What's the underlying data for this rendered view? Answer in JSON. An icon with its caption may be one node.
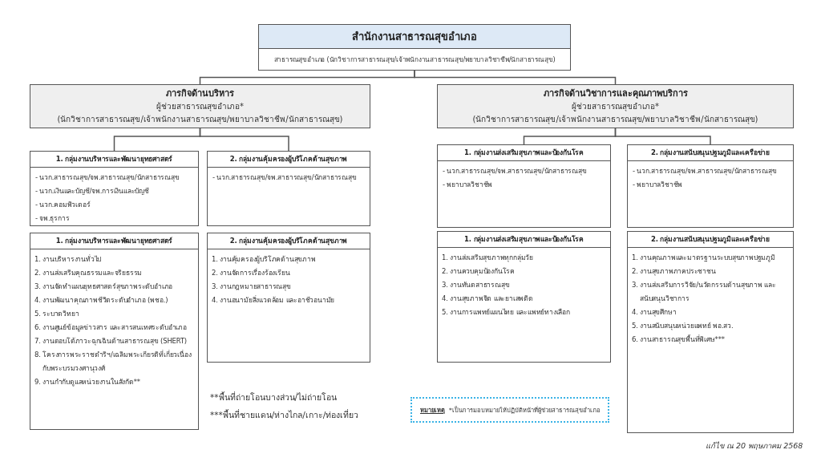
{
  "diagram": {
    "nodes": [
      {
        "text": [
          "สำนักงานสาธารณสุขอำเภอ",
          "สาธารณสุขอำเภอ (นักวิชาการสาธารณสุข/เจ้าพนักงานสาธารณสุข/พยาบาลวิชาชีพ/นักสาธารณสุข)"
        ]
      },
      {
        "text": [
          "ภารกิจด้านบริหาร",
          "ผู้ช่วยสาธารณสุขอำเภอ*",
          "(นักวิชาการสาธารณสุข/เจ้าพนักงานสาธารณสุข/พยาบาลวิชาชีพ/นักสาธารณสุข)"
        ]
      },
      {
        "text": [
          "ภารกิจด้านวิชาการและคุณภาพบริการ",
          "ผู้ช่วยสาธารณสุขอำเภอ*",
          "(นักวิชาการสาธารณสุข/เจ้าพนักงานสาธารณสุข/พยาบาลวิชาชีพ/นักสาธารณสุข)"
        ]
      },
      {
        "text": [
          "1. กลุ่มงานบริหารและพัฒนายุทธศาสตร์",
          "- นวก.สาธารณสุข/จพ.สาธารณสุข/นักสาธารณสุข",
          "- นวก.เงินและบัญชี/จพ.การเงินและบัญชี",
          "- นวก.คอมพิวเตอร์",
          "- จพ.ธุรการ"
        ]
      },
      {
        "text": [
          "2. กลุ่มงานคุ้มครองผู้บริโภคด้านสุขภาพ",
          "- นวก.สาธารณสุข/จพ.สาธารณสุข/นักสาธารณสุข"
        ]
      },
      {
        "text": [
          "1. กลุ่มงานบริหารและพัฒนายุทธศาสตร์",
          "1. งานบริหารงานทั่วไป",
          "2. งานส่งเสริมคุณธรรมและจริยธรรม",
          "3. งานจัดทำแผนยุทธศาสตร์สุขภาพระดับอำเภอ",
          "4. งานพัฒนาคุณภาพชีวิตระดับอำเภอ (พชอ.)",
          "5. ระบาดวิทยา",
          "6. งานศูนย์ข้อมูลข่าวสาร และสารสนเทศระดับอำเภอ",
          "7. งานตอบโต้ภาวะฉุกเฉินด้านสาธารณสุข (SHERT)",
          "8. โครงการพระราชดำริฯ/เฉลิมพระเกียรติที่เกี่ยวเนื่องกับพระบรมวงศานุวงศ์",
          "9. งานกำกับดูแลหน่วยงานในสังกัด**"
        ]
      },
      {
        "text": [
          "2. กลุ่มงานคุ้มครองผู้บริโภคด้านสุขภาพ",
          "1. งานคุ้มครองผู้บริโภคด้านสุขภาพ",
          "2. งานจัดการเรื่องร้องเรียน",
          "3. งานกฎหมายสาธารณสุข",
          "4. งานอนามัยสิ่งแวดล้อม และอาชีวอนามัย"
        ]
      },
      {
        "text": [
          "1. กลุ่มงานส่งเสริมสุขภาพและป้องกันโรค",
          "- นวก.สาธารณสุข/จพ.สาธารณสุข/นักสาธารณสุข",
          "- พยาบาลวิชาชีพ"
        ]
      },
      {
        "text": [
          "2. กลุ่มงานสนับสนุนปฐมภูมิและเครือข่าย",
          "- นวก.สาธารณสุข/จพ.สาธารณสุข/นักสาธารณสุข",
          "- พยาบาลวิชาชีพ"
        ]
      },
      {
        "text": [
          "1. กลุ่มงานส่งเสริมสุขภาพและป้องกันโรค",
          "1. งานส่งเสริมสุขภาพทุกกลุ่มวัย",
          "2. งานควบคุมป้องกันโรค",
          "3. งานทันตสาธารณสุข",
          "4. งานสุขภาพจิต และยาเสพติด",
          "5. งานการแพทย์แผนไทย และแพทย์ทางเลือก"
        ]
      },
      {
        "text": [
          "2. กลุ่มงานสนับสนุนปฐมภูมิและเครือข่าย",
          "1. งานคุณภาพและมาตรฐานระบบสุขภาพปฐมภูมิ",
          "2. งานสุขภาพภาคประชาชน",
          "3. งานส่งเสริมการวิจัย/นวัตกรรมด้านสุขภาพ และสนับสนุนวิชาการ",
          "4. งานสุขศึกษา",
          "5. งานสนับสนุนหน่วยแพทย์ พอ.สว.",
          "6. งานสาธารณสุขพื้นที่พิเศษ***"
        ]
      },
      {
        "text": [
          "หมายเหตุ",
          "*เป็นการมอบหมายให้ปฏิบัติหน้าที่ผู้ช่วยสาธารณสุขอำเภอ"
        ]
      }
    ],
    "edges": [
      {
        "from": 0,
        "to": 1,
        "arrow": "none"
      },
      {
        "from": 0,
        "to": 2,
        "arrow": "none"
      },
      {
        "from": 1,
        "to": 3,
        "arrow": "none"
      },
      {
        "from": 1,
        "to": 4,
        "arrow": "none"
      },
      {
        "from": 2,
        "to": 7,
        "arrow": "none"
      },
      {
        "from": 2,
        "to": 8,
        "arrow": "none"
      }
    ],
    "labels": [
      "**พื้นที่ถ่ายโอนบางส่วน/ไม่ถ่ายโอน",
      "***พื้นที่ชายแดน/ห่างไกล/เกาะ/ท่องเที่ยว",
      "แก้ไข ณ 20 พฤษภาคม 2568"
    ]
  }
}
